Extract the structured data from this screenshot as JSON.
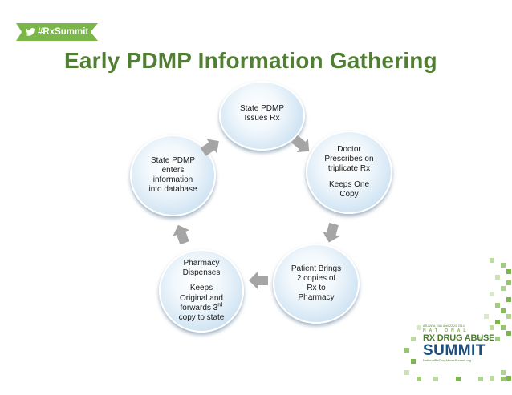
{
  "banner": {
    "hashtag": "#RxSummit",
    "icon": "twitter-bird-icon"
  },
  "title": "Early PDMP Information Gathering",
  "cycle": {
    "nodes": [
      {
        "lines": [
          "State PDMP",
          "Issues Rx"
        ]
      },
      {
        "lines": [
          "Doctor",
          "Prescribes  on",
          "triplicate Rx"
        ],
        "extra": [
          "Keeps  One",
          "Copy"
        ]
      },
      {
        "lines": [
          "Patient Brings",
          "2 copies of",
          "Rx to",
          "Pharmacy"
        ]
      },
      {
        "lines": [
          "Pharmacy",
          "Dispenses"
        ],
        "extra": [
          "Keeps",
          "Original and"
        ],
        "forwards_main": "forwards 3",
        "forwards_sup": "rd",
        "last": "copy to state"
      },
      {
        "lines": [
          "State PDMP",
          "enters",
          "information",
          "into database"
        ]
      }
    ]
  },
  "logo": {
    "dates": "ATLANTA, GA • April 22-24, 2014",
    "national": "NATIONAL",
    "rx_drug_abuse": "RX DRUG ABUSE",
    "summit": "SUMMIT",
    "url": "NationalRxDrugAbuseSummit.org",
    "colors": {
      "green": "#7ab648",
      "blue": "#1e4f7a"
    }
  },
  "colors": {
    "title": "#507e32",
    "arrow": "#a5a5a5",
    "node_fill": "#cfe3f3"
  }
}
